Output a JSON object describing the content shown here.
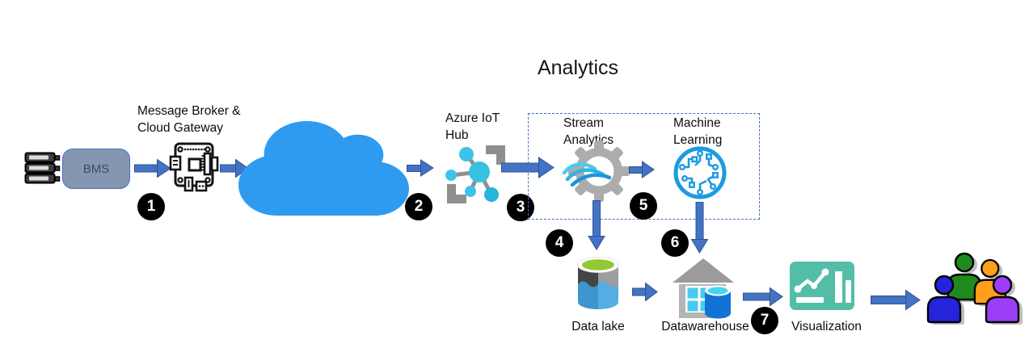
{
  "title": "Analytics",
  "labels": {
    "bms": "BMS",
    "gateway_line1": "Message Broker &",
    "gateway_line2": "Cloud Gateway",
    "iot_hub_line1": "Azure IoT",
    "iot_hub_line2": "Hub",
    "stream_line1": "Stream",
    "stream_line2": "Analytics",
    "ml_line1": "Machine",
    "ml_line2": "Learning",
    "data_lake": "Data lake",
    "datawarehouse": "Datawarehouse",
    "visualization": "Visualization"
  },
  "badges": [
    "1",
    "2",
    "3",
    "4",
    "5",
    "6",
    "7"
  ],
  "icons": {
    "source": "server-stack-icon",
    "gateway": "circuit-board-icon",
    "cloud": "cloud-icon",
    "iot_hub": "iot-hub-icon",
    "stream_analytics": "gear-waves-icon",
    "machine_learning": "circuit-brain-icon",
    "data_lake": "data-lake-cylinder-icon",
    "datawarehouse": "warehouse-database-icon",
    "visualization": "dashboard-chart-icon",
    "audience": "user-group-icon"
  },
  "colors": {
    "arrow_fill": "#4472C4",
    "arrow_outline": "#2F528F",
    "cloud_blue": "#2E9BF0",
    "badge_background": "#000000",
    "badge_text": "#FFFFFF",
    "dashed_border": "#4472C4",
    "bms_fill": "#8496B0",
    "bms_border": "#4472C4",
    "iot_cyan": "#3EC3E8",
    "icon_gray": "#8F8F8F",
    "ml_blue": "#1B9BE1",
    "lake_green": "#92C836",
    "warehouse_blue": "#1173D6",
    "visualization_teal": "#54BDA7",
    "user_blue": "#2424DC",
    "user_green": "#1F8A1F",
    "user_orange": "#FF9E1B",
    "user_purple": "#9C3DF8"
  }
}
